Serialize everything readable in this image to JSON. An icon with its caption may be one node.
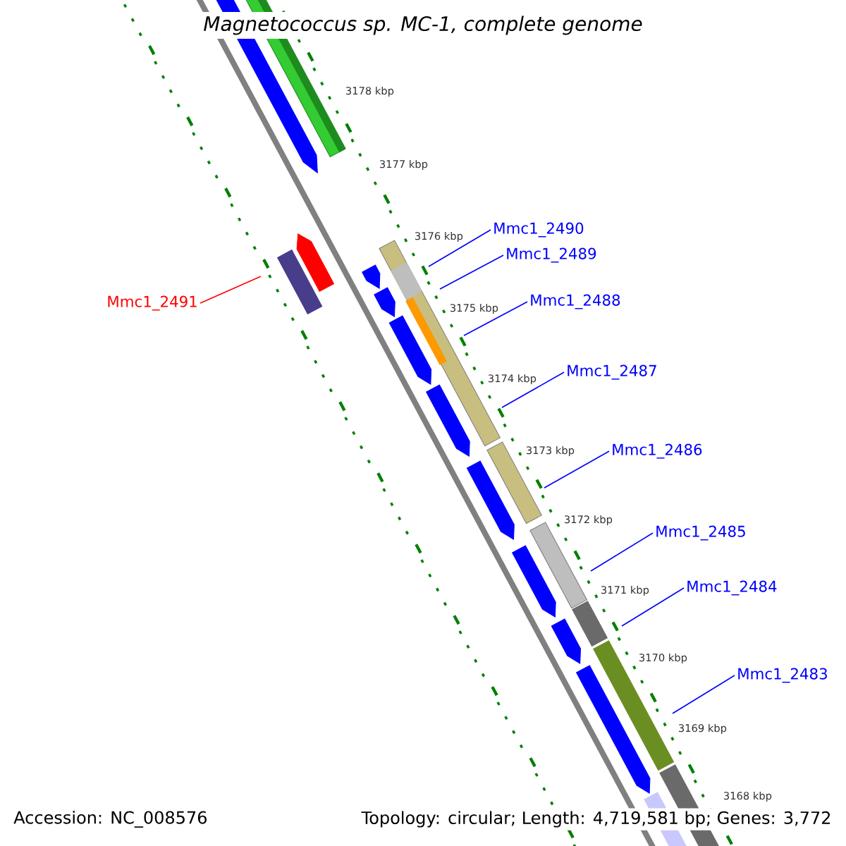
{
  "diagram": {
    "title": "Magnetococcus sp. MC-1, complete genome",
    "nodes": [
      {
        "text": [
          "Mmc1_2490"
        ]
      },
      {
        "text": [
          "Mmc1_2489"
        ]
      },
      {
        "text": [
          "Mmc1_2488"
        ]
      },
      {
        "text": [
          "Mmc1_2491"
        ]
      },
      {
        "text": [
          "Mmc1_2487"
        ]
      },
      {
        "text": [
          "Mmc1_2486"
        ]
      },
      {
        "text": [
          "Mmc1_2485"
        ]
      },
      {
        "text": [
          "Mmc1_2484"
        ]
      },
      {
        "text": [
          "Mmc1_2483"
        ]
      }
    ],
    "edges": [
      {
        "from": 0,
        "to": null,
        "arrow": "none"
      },
      {
        "from": 1,
        "to": null,
        "arrow": "none"
      },
      {
        "from": 2,
        "to": null,
        "arrow": "none"
      },
      {
        "from": 3,
        "to": null,
        "arrow": "none",
        "color": "#ff0000"
      },
      {
        "from": 4,
        "to": null,
        "arrow": "none"
      },
      {
        "from": 5,
        "to": null,
        "arrow": "none"
      },
      {
        "from": 6,
        "to": null,
        "arrow": "none"
      },
      {
        "from": 7,
        "to": null,
        "arrow": "none"
      },
      {
        "from": 8,
        "to": null,
        "arrow": "none"
      }
    ],
    "labels": [
      "3178 kbp",
      "3177 kbp",
      "3176 kbp",
      "3175 kbp",
      "3174 kbp",
      "3173 kbp",
      "3172 kbp",
      "3171 kbp",
      "3170 kbp",
      "3169 kbp",
      "3168 kbp",
      "Accession: NC_008576",
      "Topology: circular; Length: 4,719,581 bp; Genes: 3,772"
    ]
  }
}
